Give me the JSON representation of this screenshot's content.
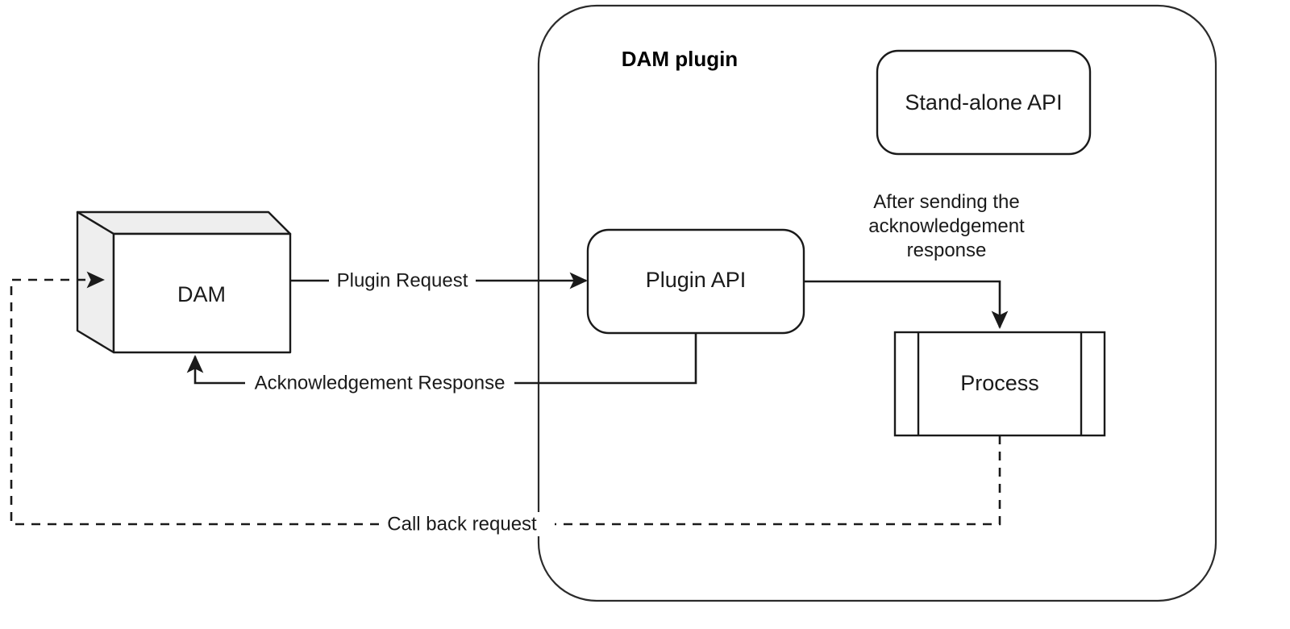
{
  "diagram": {
    "type": "flowchart",
    "background_color": "#ffffff",
    "stroke_color": "#1a1a1a",
    "container": {
      "title": "DAM plugin",
      "shape": "rounded-rectangle",
      "fill": "#ffffff"
    },
    "nodes": [
      {
        "id": "dam",
        "label": "DAM",
        "shape": "cube-3d",
        "fill": "#ffffff",
        "shade_fill": "#eeeeee",
        "inside_container": false
      },
      {
        "id": "standalone-api",
        "label": "Stand-alone API",
        "shape": "rounded-rectangle",
        "fill": "#ffffff",
        "inside_container": true
      },
      {
        "id": "plugin-api",
        "label": "Plugin API",
        "shape": "rounded-rectangle",
        "fill": "#ffffff",
        "inside_container": true
      },
      {
        "id": "process",
        "label": "Process",
        "shape": "predefined-process",
        "fill": "#ffffff",
        "inside_container": true
      }
    ],
    "edges": [
      {
        "id": "plugin-request",
        "label": "Plugin Request",
        "from": "dam",
        "to": "plugin-api",
        "style": "solid",
        "arrowhead": "filled-triangle"
      },
      {
        "id": "acknowledgement-response",
        "label": "Acknowledgement Response",
        "from": "plugin-api",
        "to": "dam",
        "style": "solid",
        "arrowhead": "filled-triangle"
      },
      {
        "id": "after-ack",
        "label": "After sending the acknowledgement response",
        "label_lines": [
          "After sending the",
          "acknowledgement",
          "response"
        ],
        "from": "plugin-api",
        "to": "process",
        "style": "solid",
        "arrowhead": "filled-triangle"
      },
      {
        "id": "call-back-request",
        "label": "Call back request",
        "from": "process",
        "to": "dam",
        "style": "dashed",
        "arrowhead": "filled-triangle"
      }
    ]
  }
}
